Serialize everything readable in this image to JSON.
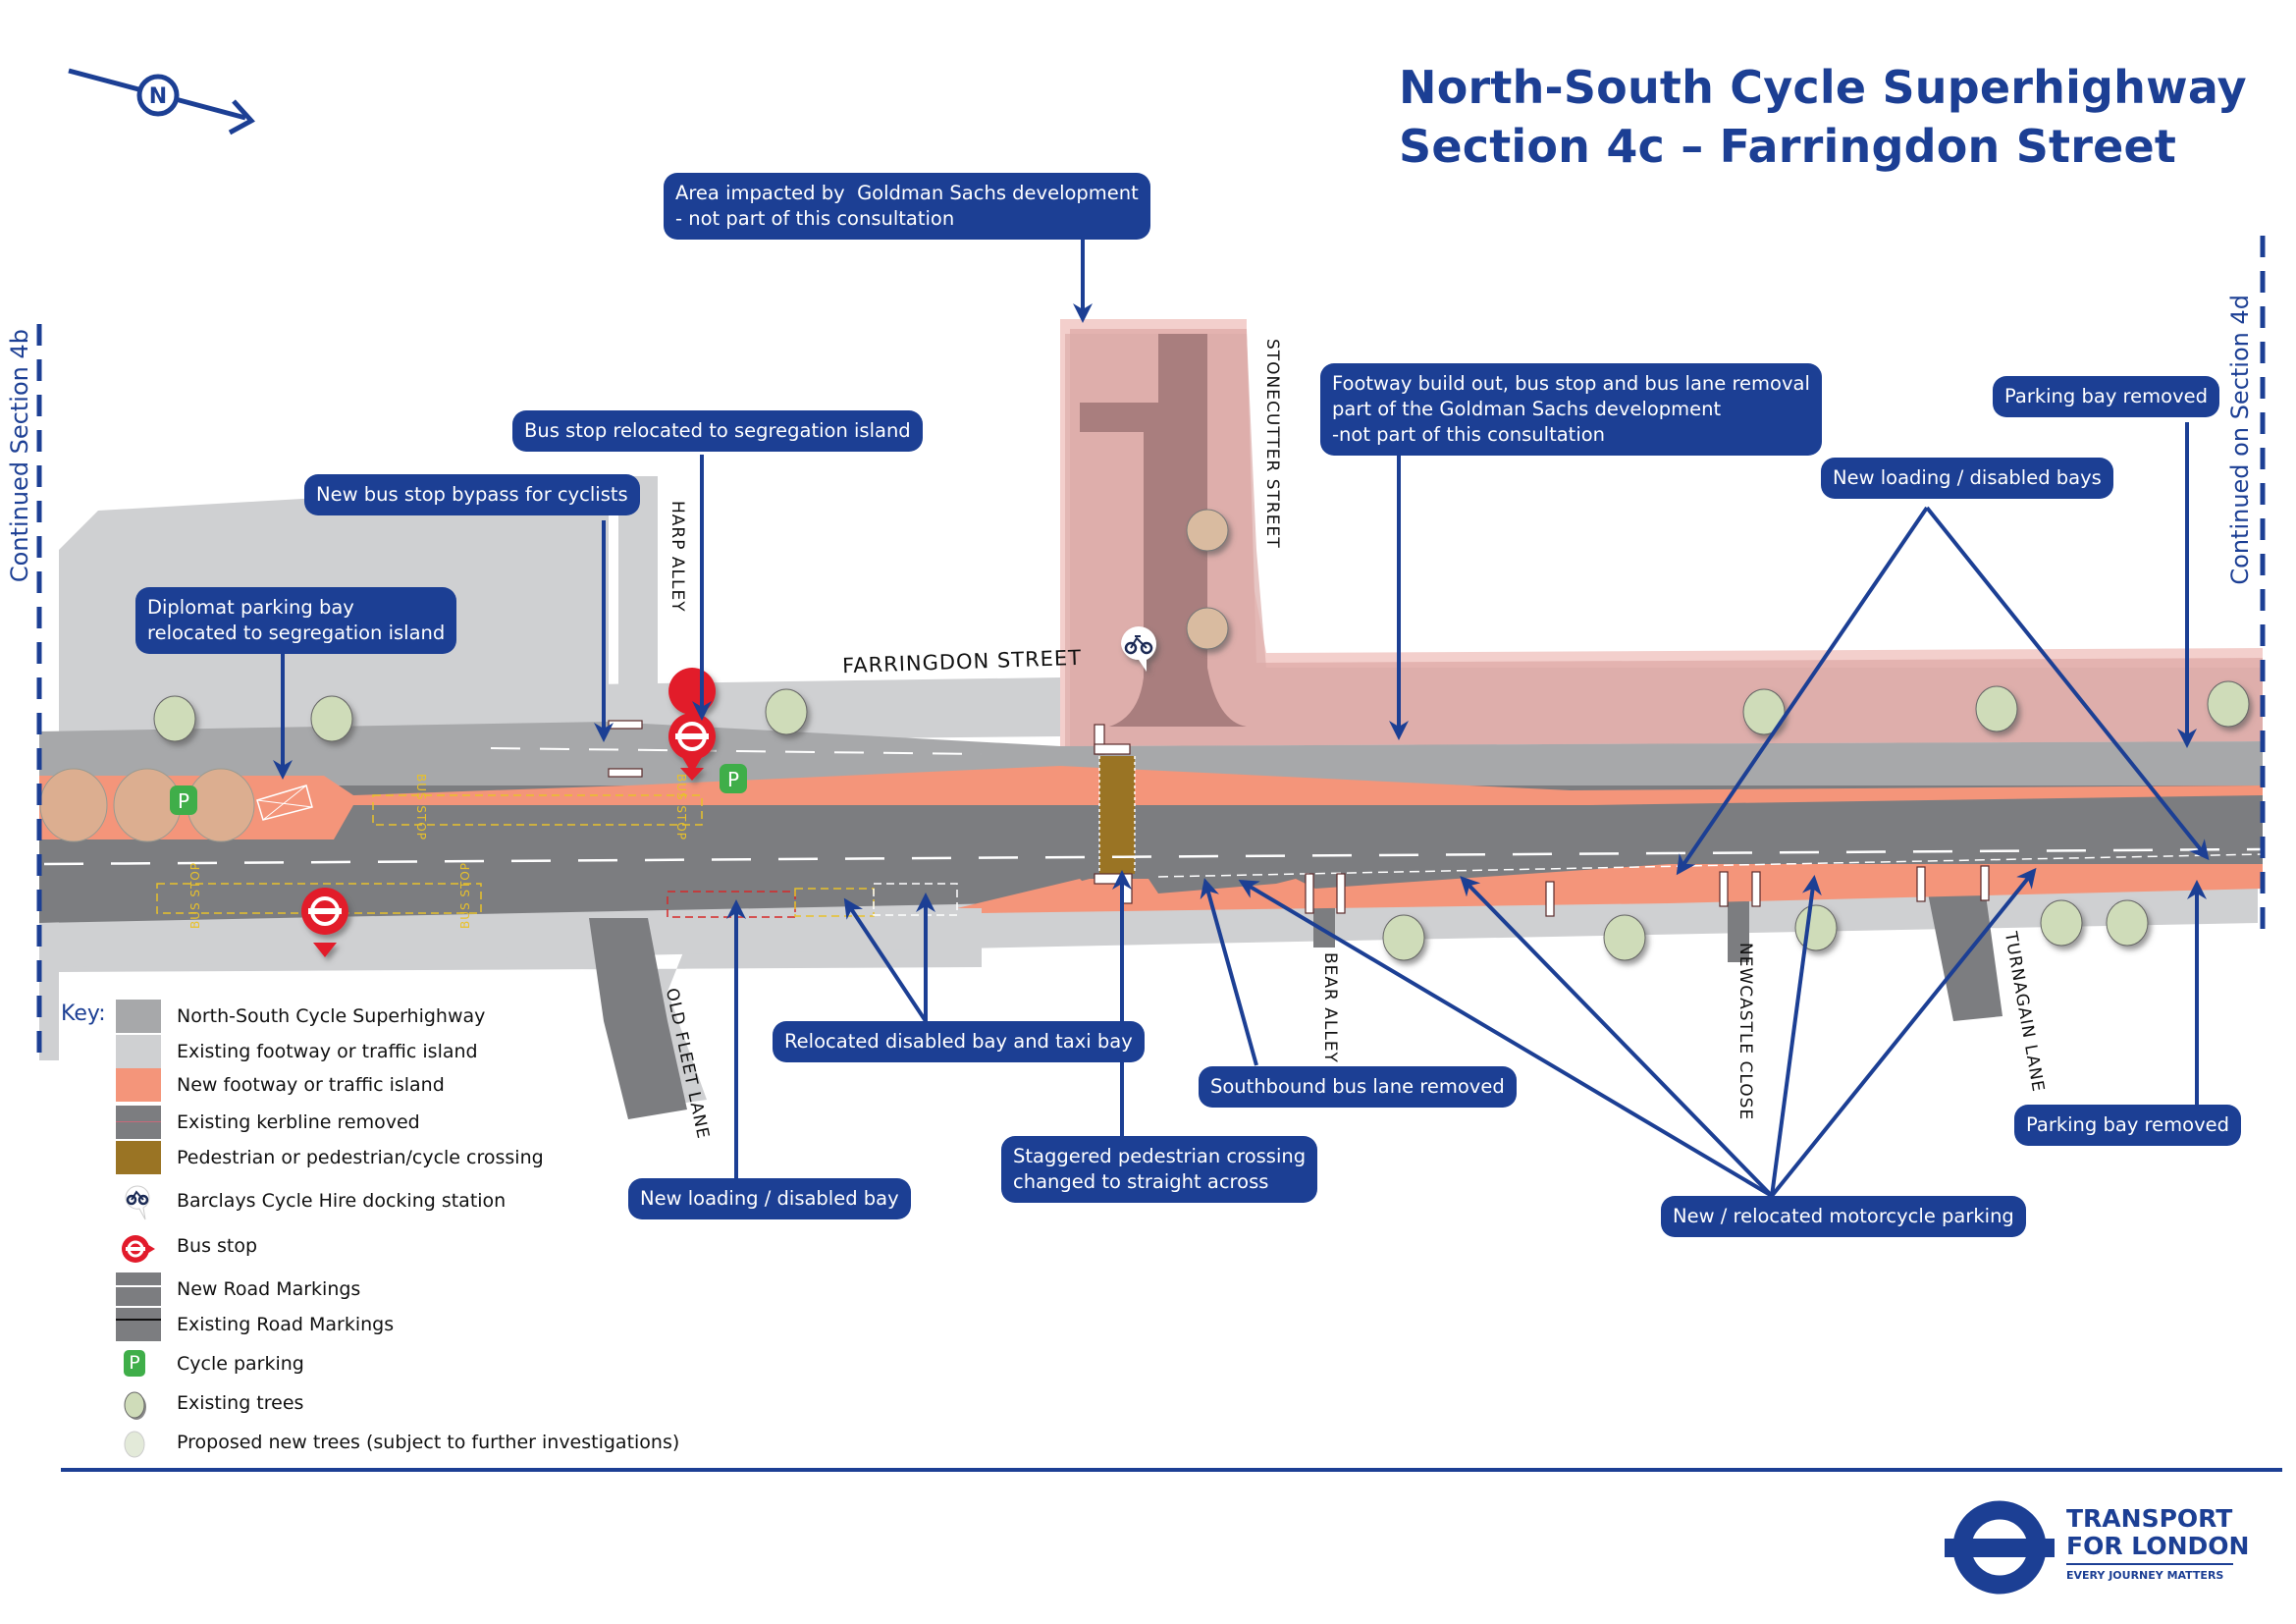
{
  "header": {
    "title_line1": "North-South Cycle Superhighway",
    "title_line2": "Section 4c – Farringdon Street",
    "north_arrow_label": "N"
  },
  "colors": {
    "brand_blue": "#1c3f94",
    "cycle_superhighway": "#a7a8aa",
    "existing_footway": "#cfd0d2",
    "new_footway": "#f4957a",
    "carriageway": "#7c7d80",
    "crossing": "#9a7424",
    "goldman_area": "#e7b9b6",
    "bus_stop_red": "#e21b2b",
    "cycle_parking_green": "#3fae49",
    "tree_fill": "#cfdcb9"
  },
  "side_labels": {
    "left": "Continued Section 4b",
    "right": "Continued on Section 4d"
  },
  "streets": {
    "farringdon": "FARRINGDON STREET",
    "harp_alley": "HARP ALLEY",
    "stonecutter": "STONECUTTER STREET",
    "old_fleet_lane": "OLD FLEET LANE",
    "bear_alley": "BEAR ALLEY",
    "newcastle_close": "NEWCASTLE CLOSE",
    "turnagain_lane": "TURNAGAIN LANE"
  },
  "road_markings": {
    "bus_stop_text": "BUS STOP"
  },
  "callouts": {
    "goldman_area": "Area impacted by  Goldman Sachs development\n- not part of this consultation",
    "footway_build_out": "Footway build out, bus stop and bus lane removal\npart of the Goldman Sachs development\n-not part of this consultation",
    "parking_removed_top": "Parking bay removed",
    "loading_bays": "New loading / disabled bays",
    "bus_stop_relocated": "Bus stop relocated to segregation island",
    "bus_stop_bypass": "New bus stop bypass for cyclists",
    "diplomat_parking": "Diplomat parking bay\nrelocated to segregation island",
    "relocated_disabled_taxi": "Relocated disabled bay and taxi bay",
    "southbound_bus_lane": "Southbound bus lane removed",
    "staggered_crossing": "Staggered pedestrian crossing\nchanged to straight across",
    "new_loading_bay": "New loading / disabled bay",
    "motorcycle_parking": "New / relocated motorcycle parking",
    "parking_removed_bottom": "Parking bay removed"
  },
  "legend": {
    "title": "Key:",
    "items": [
      {
        "label": "North-South Cycle Superhighway",
        "icon": "cycle-superhighway-swatch"
      },
      {
        "label": "Existing footway or traffic island",
        "icon": "existing-footway-swatch"
      },
      {
        "label": "New footway or traffic island",
        "icon": "new-footway-swatch"
      },
      {
        "label": "Existing kerbline removed",
        "icon": "kerbline-removed-swatch"
      },
      {
        "label": "Pedestrian or pedestrian/cycle crossing",
        "icon": "crossing-swatch"
      },
      {
        "label": "Barclays Cycle Hire docking station",
        "icon": "cycle-hire-icon"
      },
      {
        "label": "Bus stop",
        "icon": "bus-stop-icon"
      },
      {
        "label": "New Road Markings",
        "icon": "new-markings-swatch"
      },
      {
        "label": "Existing Road Markings",
        "icon": "existing-markings-swatch"
      },
      {
        "label": "Cycle parking",
        "icon": "cycle-parking-icon"
      },
      {
        "label": "Existing trees",
        "icon": "existing-tree-icon"
      },
      {
        "label": "Proposed new trees (subject to further investigations)",
        "icon": "proposed-tree-icon"
      }
    ]
  },
  "logo": {
    "line1": "TRANSPORT",
    "line2": "FOR LONDON",
    "tagline": "EVERY JOURNEY MATTERS"
  },
  "cycle_parking_label": "P"
}
